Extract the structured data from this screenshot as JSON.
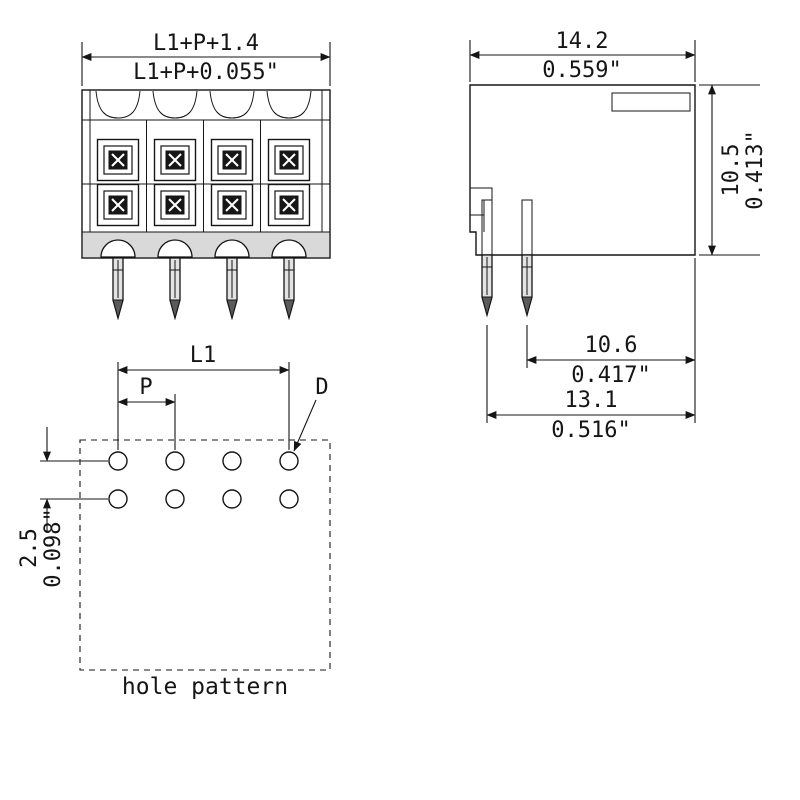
{
  "drawing": {
    "front_view": {
      "dim_width_mm": "L1+P+1.4",
      "dim_width_inch": "L1+P+0.055\""
    },
    "side_view": {
      "dim_width_mm": "14.2",
      "dim_width_inch": "0.559\"",
      "dim_height_mm": "10.5",
      "dim_height_inch": "0.413\"",
      "dim_pin_to_edge_mm": "10.6",
      "dim_pin_to_edge_inch": "0.417\"",
      "dim_overall_mm": "13.1",
      "dim_overall_inch": "0.516\""
    },
    "hole_pattern": {
      "dim_l1": "L1",
      "dim_p": "P",
      "dim_d": "D",
      "dim_row_pitch_mm": "2.5",
      "dim_row_pitch_inch": "0.098\"",
      "caption": "hole pattern"
    }
  }
}
